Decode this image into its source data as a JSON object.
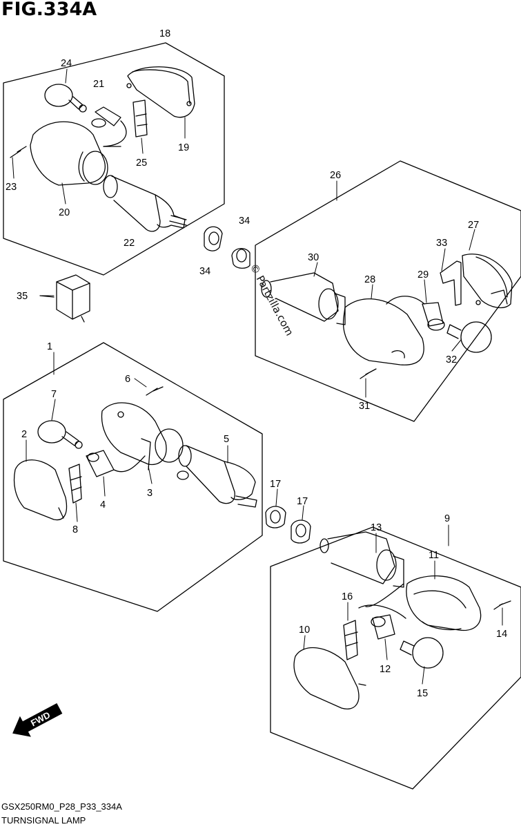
{
  "figure": {
    "title": "FIG.334A",
    "code": "GSX250RM0_P28_P33_334A",
    "name": "TURNSIGNAL LAMP",
    "watermark": "© Partzilla.com",
    "direction_label": "FWD"
  },
  "callouts": [
    "18",
    "24",
    "21",
    "19",
    "25",
    "23",
    "20",
    "22",
    "34",
    "34",
    "35",
    "26",
    "27",
    "33",
    "30",
    "28",
    "29",
    "32",
    "31",
    "1",
    "6",
    "7",
    "2",
    "5",
    "4",
    "3",
    "8",
    "17",
    "17",
    "9",
    "13",
    "11",
    "16",
    "10",
    "14",
    "12",
    "15"
  ]
}
